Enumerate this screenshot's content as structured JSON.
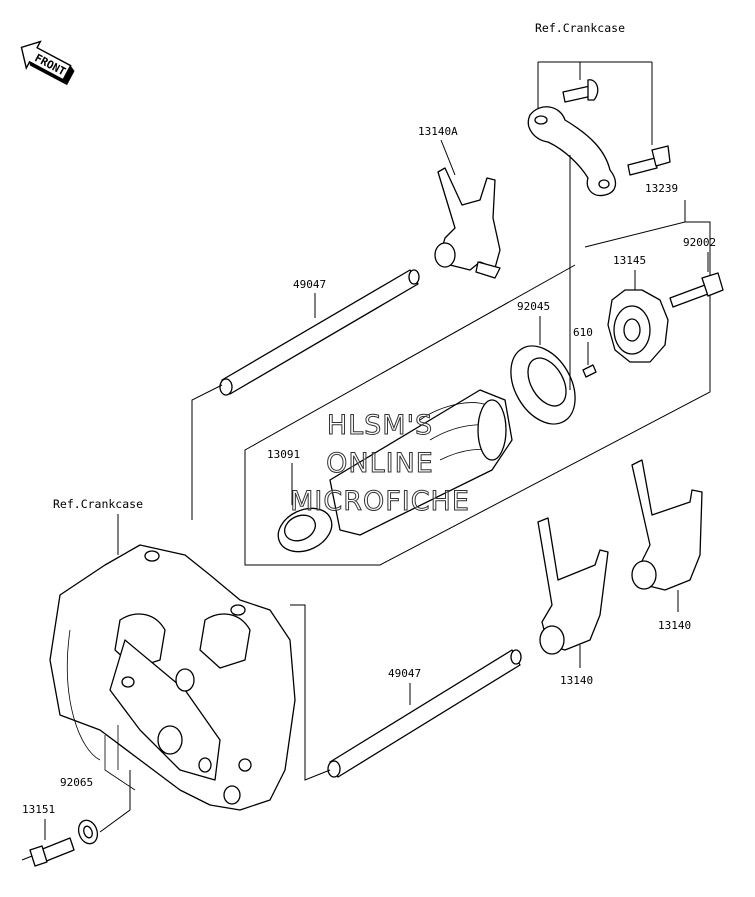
{
  "front_indicator": {
    "label": "FRONT"
  },
  "refs": {
    "crankcase_top": "Ref.Crankcase",
    "crankcase_left": "Ref.Crankcase"
  },
  "parts": {
    "p13140A": "13140A",
    "p13239": "13239",
    "p92002": "92002",
    "p13145": "13145",
    "p49047_top": "49047",
    "p92045": "92045",
    "p610": "610",
    "p13091": "13091",
    "p13140_right": "13140",
    "p13140_mid": "13140",
    "p49047_bottom": "49047",
    "p92065": "92065",
    "p13151": "13151"
  },
  "watermark": {
    "line1": "HLSM'S",
    "line2": "ONLINE",
    "line3": "MICROFICHE"
  },
  "colors": {
    "line": "#000000",
    "background": "#ffffff"
  }
}
